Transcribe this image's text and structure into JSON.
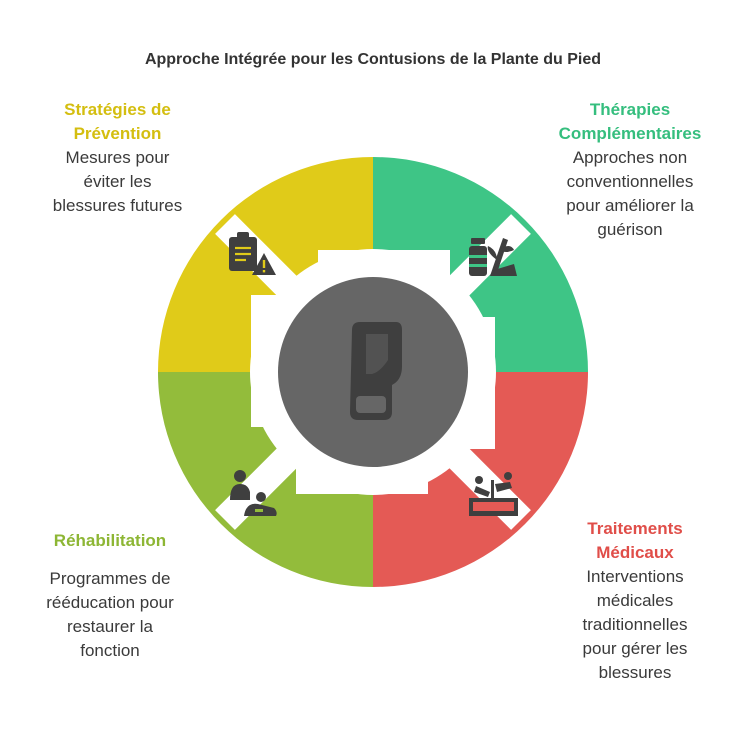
{
  "title": "Approche Intégrée pour les Contusions de la Plante du Pied",
  "colors": {
    "prevention": "#E0CB19",
    "therapies": "#3EC586",
    "traitements": "#E45A55",
    "rehabilitation": "#93BC3B",
    "center": "#666666",
    "icon": "#3f3f3f"
  },
  "sections": {
    "prevention": {
      "heading": [
        "Stratégies de",
        "Prévention"
      ],
      "description": [
        "Mesures pour",
        "éviter les",
        "blessures futures"
      ],
      "icon": "clipboard-warning-icon"
    },
    "therapies": {
      "heading": [
        "Thérapies",
        "Complémentaires"
      ],
      "description": [
        "Approches non",
        "conventionnelles",
        "pour améliorer la",
        "guérison"
      ],
      "icon": "herbal-remedy-icon"
    },
    "rehabilitation": {
      "heading": [
        "Réhabilitation"
      ],
      "description": [
        "Programmes de",
        "rééducation pour",
        "restaurer la",
        "fonction"
      ],
      "icon": "physiotherapy-icon"
    },
    "traitements": {
      "heading": [
        "Traitements",
        "Médicaux"
      ],
      "description": [
        "Interventions",
        "médicales",
        "traditionnelles",
        "pour gérer les",
        "blessures"
      ],
      "icon": "medical-treatment-icon"
    }
  },
  "center_icon": "foot-icon"
}
